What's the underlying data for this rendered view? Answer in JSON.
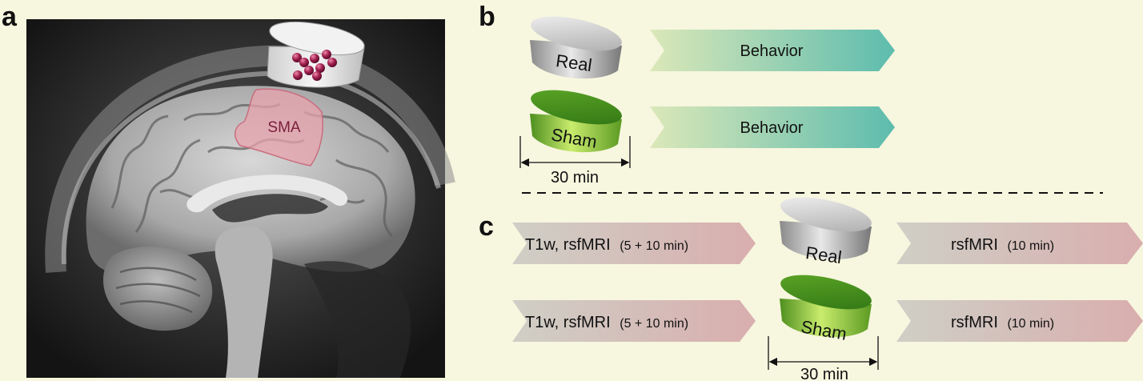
{
  "panels": {
    "a": {
      "letter": "a",
      "region_label": "SMA"
    },
    "b": {
      "letter": "b",
      "rows": [
        {
          "device_label": "Real",
          "arrow_label": "Behavior"
        },
        {
          "device_label": "Sham",
          "arrow_label": "Behavior"
        }
      ],
      "duration_label": "30 min"
    },
    "c": {
      "letter": "c",
      "rows": [
        {
          "pre_main": "T1w, rsfMRI",
          "pre_detail": "(5 + 10 min)",
          "device_label": "Real",
          "post_main": "rsfMRI",
          "post_detail": "(10 min)"
        },
        {
          "pre_main": "T1w, rsfMRI",
          "pre_detail": "(5 + 10 min)",
          "device_label": "Sham",
          "post_main": "rsfMRI",
          "post_detail": "(10 min)"
        }
      ],
      "duration_label": "30 min"
    }
  },
  "colors": {
    "background": "#f7f6df",
    "real_device": "#bdbdbd",
    "sham_device": "#8cc63f",
    "behavior_arrow_start": "#dbe8b8",
    "behavior_arrow_end": "#5dbcae",
    "mri_arrow_start": "#cfcfc6",
    "mri_arrow_end": "#d9aeae",
    "sma_region": "#e8a3ad",
    "electrode_spheres": "#a0204f"
  }
}
